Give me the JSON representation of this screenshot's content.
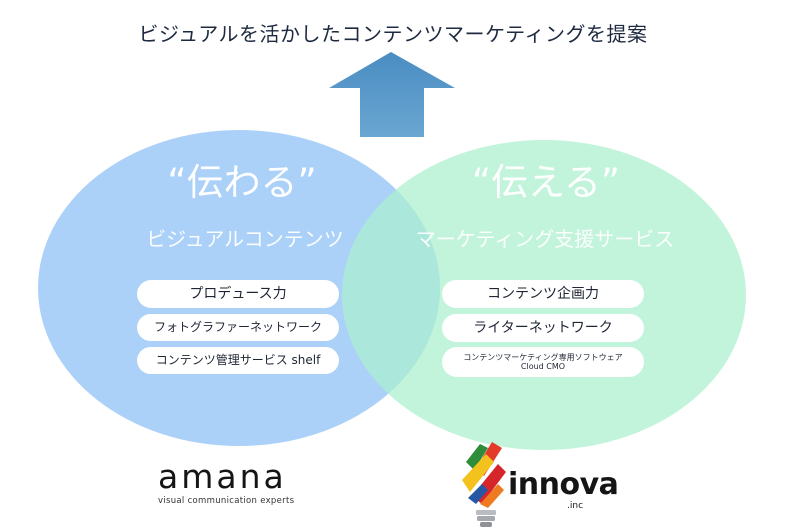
{
  "title": "ビジュアルを活かしたコンテンツマーケティングを提案",
  "colors": {
    "arrow_top": "#4a8dc2",
    "arrow_bottom": "#5f9fcc",
    "left_circle": "#96c6f8",
    "right_circle": "#aaf0cd"
  },
  "left": {
    "heading": "“伝わる”",
    "subheading": "ビジュアルコンテンツ",
    "items": [
      "プロデュース力",
      "フォトグラファーネットワーク",
      "コンテンツ管理サービス shelf"
    ]
  },
  "right": {
    "heading": "“伝える”",
    "subheading": "マーケティング支援サービス",
    "items": [
      "コンテンツ企画力",
      "ライターネットワーク"
    ],
    "item_small_line1": "コンテンツマーケティング専用ソフトウェア",
    "item_small_line2": "Cloud CMO"
  },
  "logos": {
    "amana_word": "amana",
    "amana_tagline": "visual communication experts",
    "innova_word": "innova",
    "innova_inc": ".inc"
  }
}
